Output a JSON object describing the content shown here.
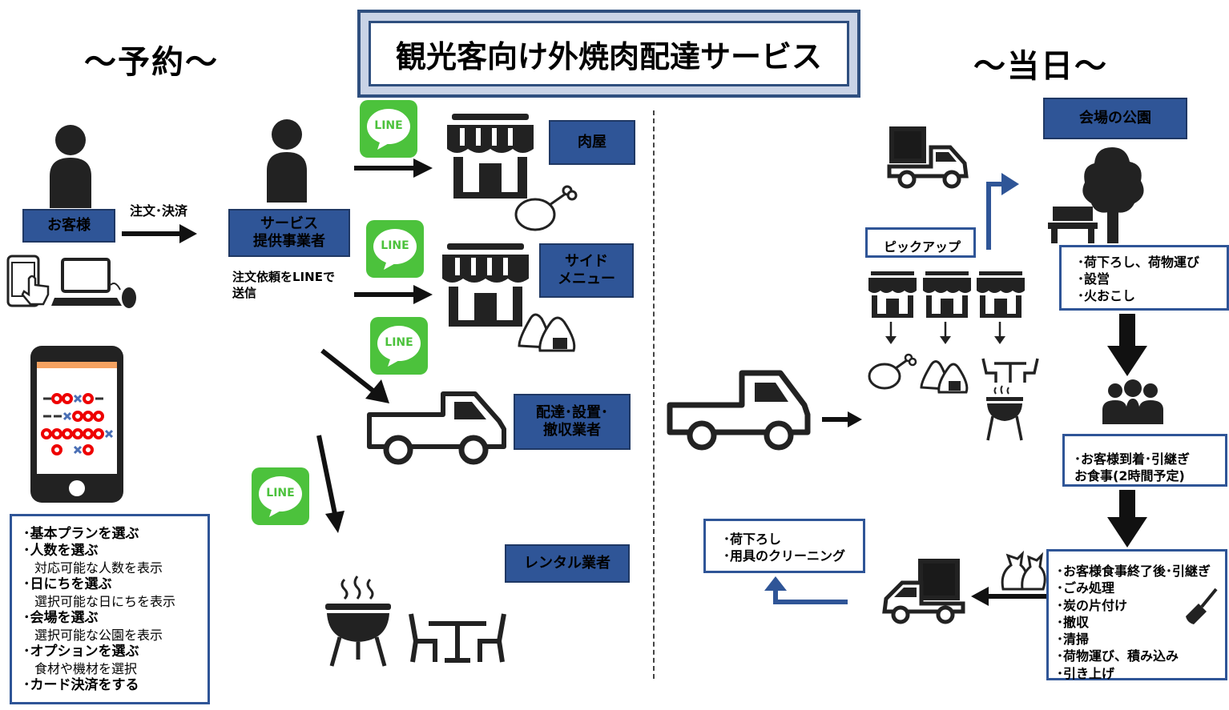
{
  "headings": {
    "reservation": "～予約～",
    "day_of": "～当日～"
  },
  "title": "観光客向け外焼肉配達サービス",
  "left": {
    "customer_label": "お客様",
    "order_payment": "注文･決済",
    "provider_label_1": "サービス",
    "provider_label_2": "提供事業者",
    "line_request_1": "注文依頼をLINEで",
    "line_request_2": "送信",
    "steps": [
      {
        "main": "･基本プランを選ぶ"
      },
      {
        "main": "･人数を選ぶ",
        "sub": "対応可能な人数を表示"
      },
      {
        "main": "･日にちを選ぶ",
        "sub": "選択可能な日にちを表示"
      },
      {
        "main": "･会場を選ぶ",
        "sub": "選択可能な公園を表示"
      },
      {
        "main": "･オプションを選ぶ",
        "sub": "食材や機材を選択"
      },
      {
        "main": "･カード決済をする"
      }
    ]
  },
  "line_label": "LINE",
  "vendors": {
    "butcher": "肉屋",
    "side_1": "サイド",
    "side_2": "メニュー",
    "delivery_1": "配達･設置･",
    "delivery_2": "撤収業者",
    "rental": "レンタル業者"
  },
  "right": {
    "pickup": "ピックアップ",
    "venue": "会場の公園",
    "venue_tasks": [
      "･荷下ろし、荷物運び",
      "･設営",
      "･火おこし"
    ],
    "arrival_1": "･お客様到着･引継ぎ",
    "arrival_2": "お食事(2時間予定)",
    "end_tasks": [
      "･お客様食事終了後･引継ぎ",
      "･ごみ処理",
      "･炭の片付け",
      "･撤収",
      "･清掃",
      "･荷物運び、積み込み",
      "･引き上げ"
    ],
    "return_tasks": [
      "･荷下ろし",
      "･用具のクリーニング"
    ]
  },
  "colors": {
    "box_blue": "#2f5597",
    "line_green": "#4cc23c",
    "dark": "#222222"
  }
}
